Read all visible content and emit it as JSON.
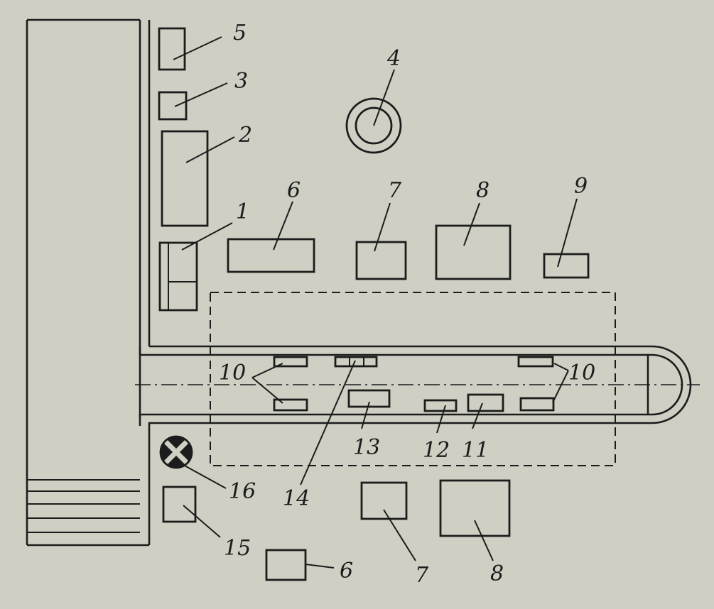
{
  "labels": {
    "l1": "1",
    "l2": "2",
    "l3": "3",
    "l4": "4",
    "l5": "5",
    "l6a": "6",
    "l6b": "6",
    "l7a": "7",
    "l7b": "7",
    "l8a": "8",
    "l8b": "8",
    "l9": "9",
    "l10a": "10",
    "l10b": "10",
    "l11": "11",
    "l12": "12",
    "l13": "13",
    "l14": "14",
    "l15": "15",
    "l16": "16"
  }
}
